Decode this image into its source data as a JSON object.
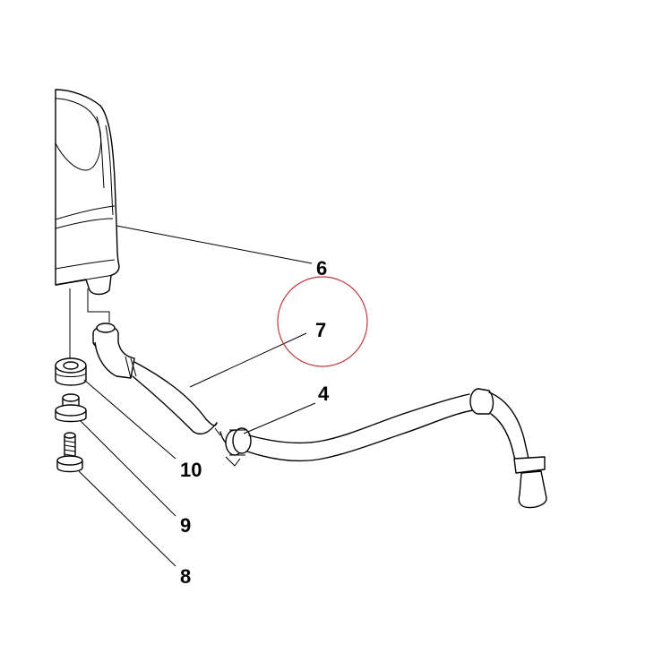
{
  "callouts": {
    "c6": "6",
    "c7": "7",
    "c4": "4",
    "c10": "10",
    "c9": "9",
    "c8": "8"
  },
  "highlight": {
    "target": "7",
    "color": "#c0393b"
  }
}
